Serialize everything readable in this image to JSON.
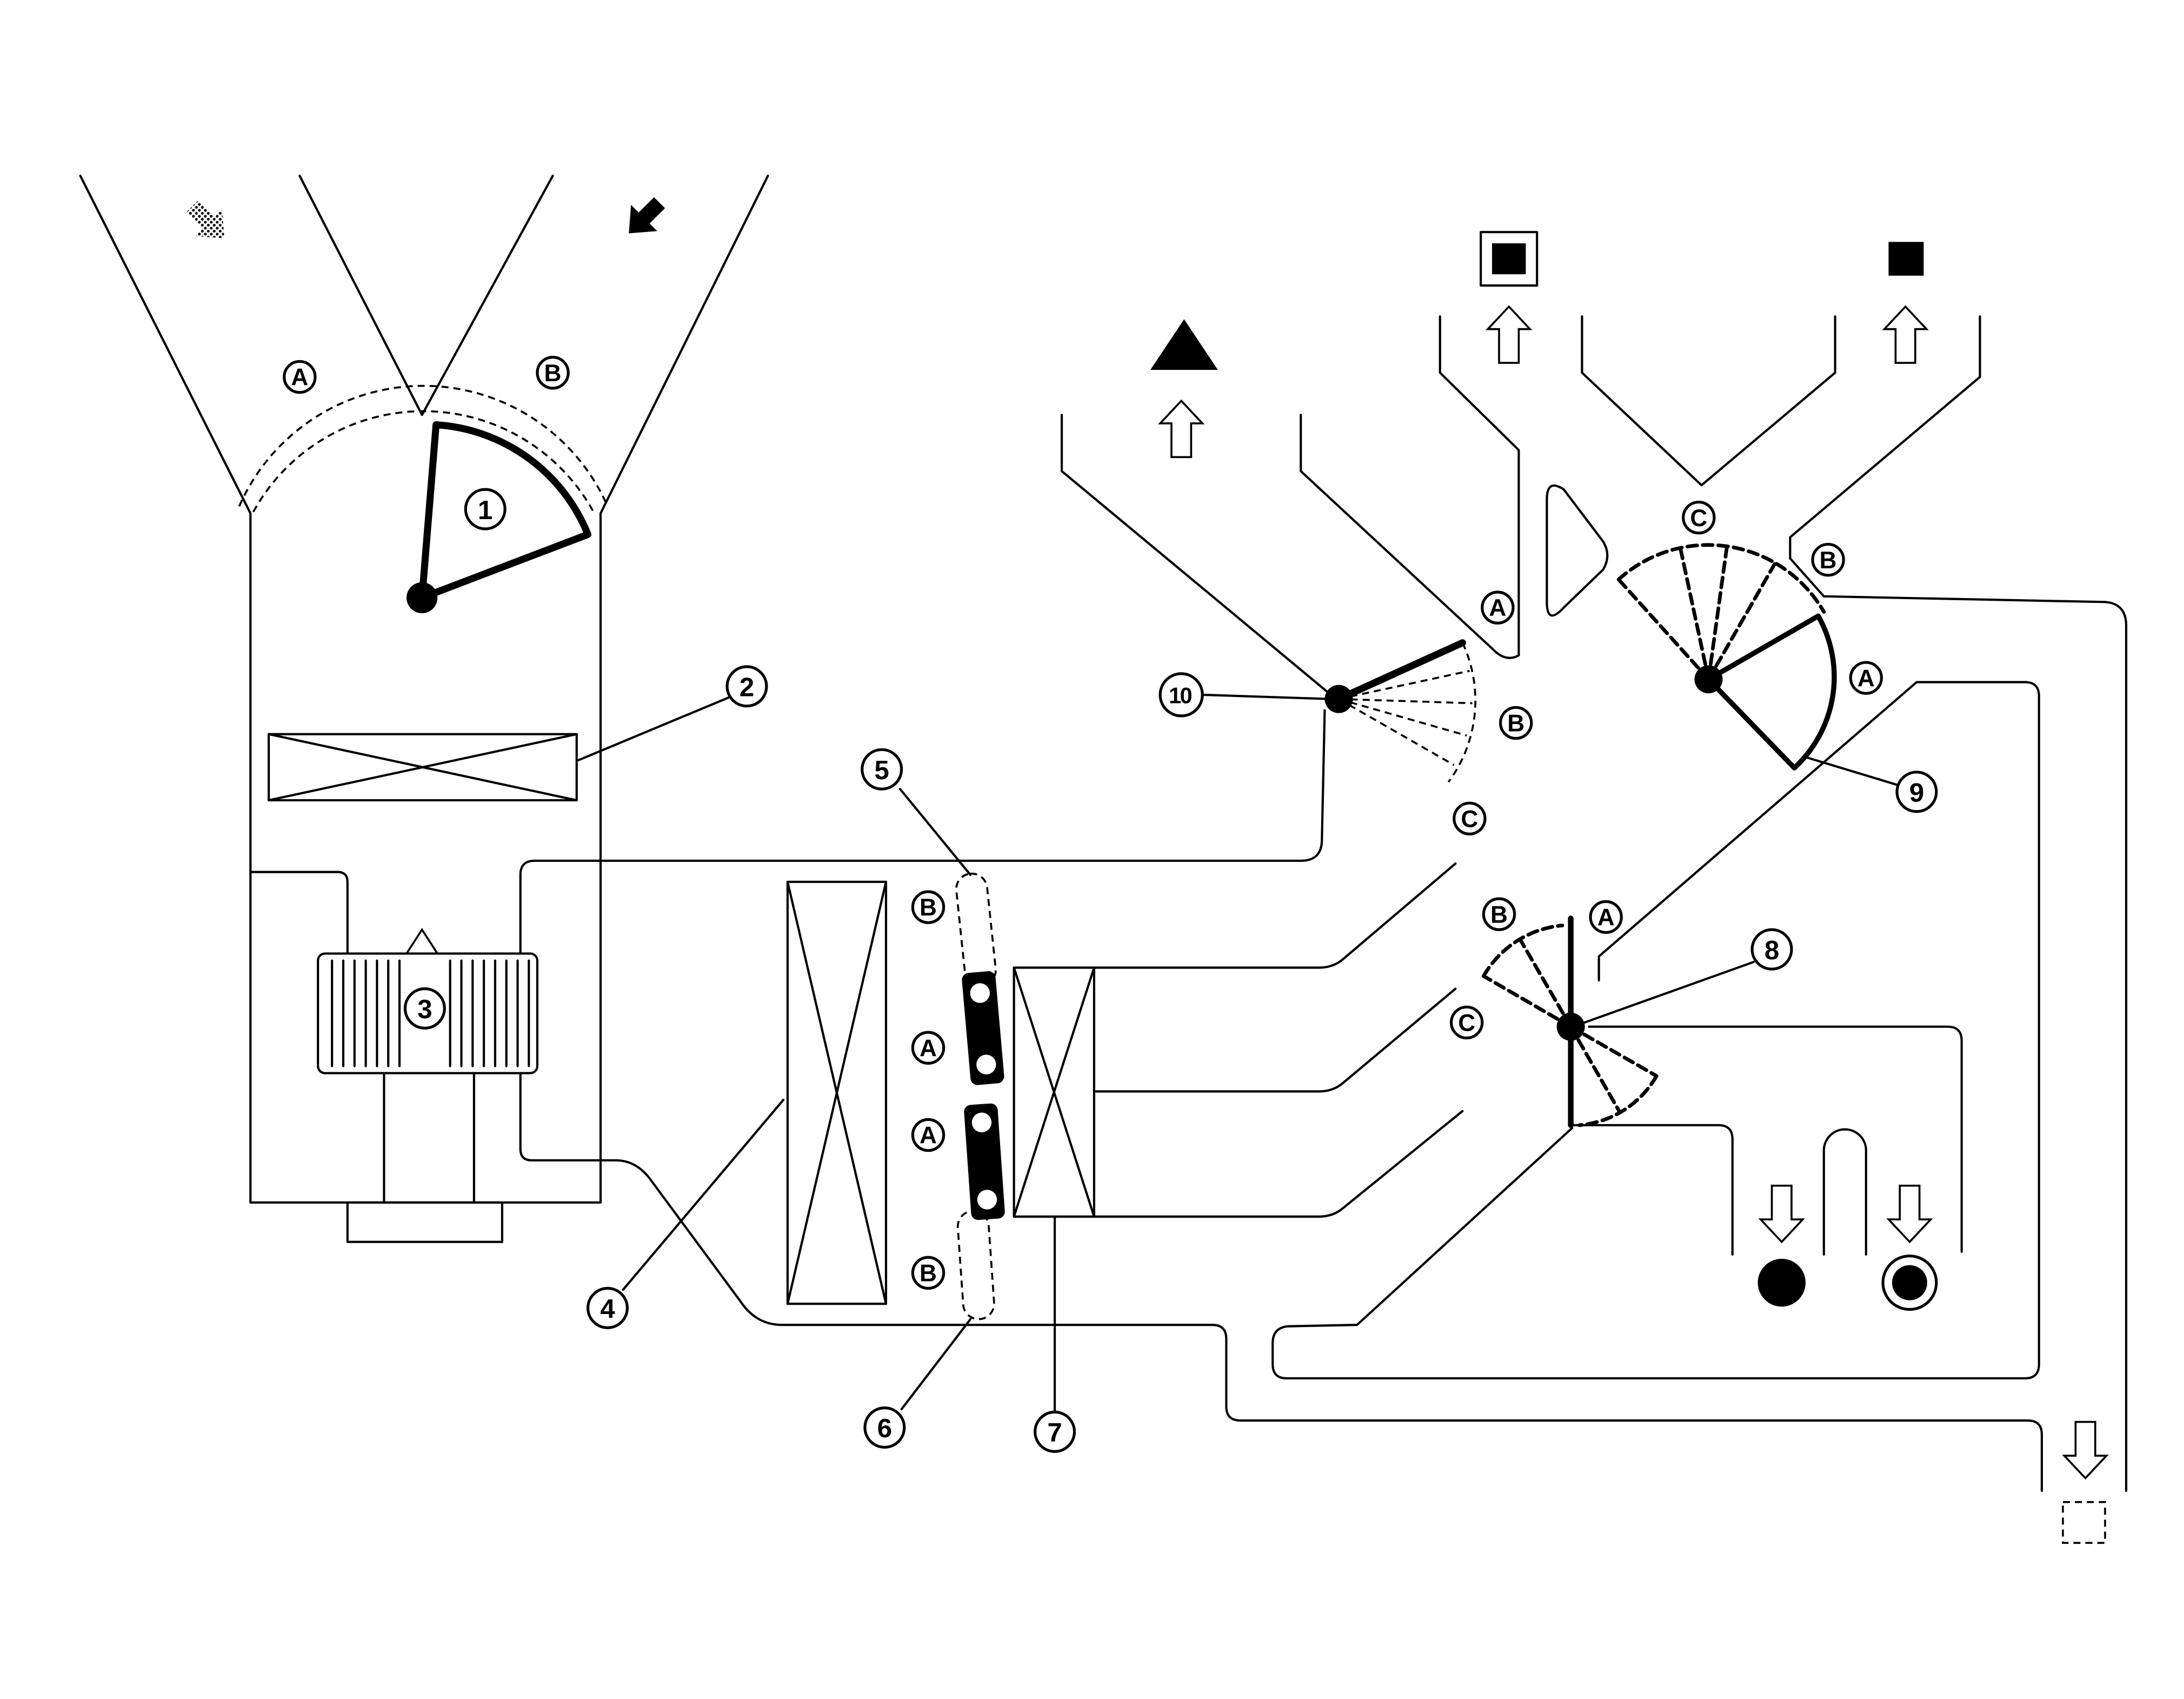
{
  "diagram": {
    "intake_door": {
      "callout": "1",
      "position_a": "A",
      "position_b": "B"
    },
    "filter": {
      "callout": "2"
    },
    "blower": {
      "callout": "3"
    },
    "evaporator": {
      "callout": "4"
    },
    "air_mix_door_upper": {
      "callout": "5",
      "position_a": "A",
      "position_b": "B"
    },
    "air_mix_door_lower": {
      "callout": "6",
      "position_a": "A",
      "position_b": "B"
    },
    "heater_core": {
      "callout": "7"
    },
    "foot_door": {
      "callout": "8",
      "position_a": "A",
      "position_b": "B",
      "position_c": "C"
    },
    "vent_door": {
      "callout": "9",
      "position_a": "A",
      "position_b": "B",
      "position_c": "C"
    },
    "defroster_door": {
      "callout": "10",
      "position_a": "A",
      "position_b": "B",
      "position_c": "C"
    }
  },
  "icons": {
    "fresh_air_inlet": "fresh-air-arrow-icon",
    "recirculation_inlet": "recirculation-arrow-icon",
    "defroster_outlet": "defroster-triangle-icon",
    "side_vent_outlet": "side-vent-square-icon",
    "center_vent_outlet": "center-vent-square-icon",
    "front_foot_outlet": "front-foot-circle-icon",
    "rear_foot_outlet": "rear-foot-ring-icon",
    "rear_outlet": "rear-outlet-dashed-square-icon",
    "airflow_up": "airflow-up-arrow-icon",
    "airflow_down": "airflow-down-arrow-icon"
  },
  "colors": {
    "line": "#000000",
    "background": "#ffffff"
  }
}
